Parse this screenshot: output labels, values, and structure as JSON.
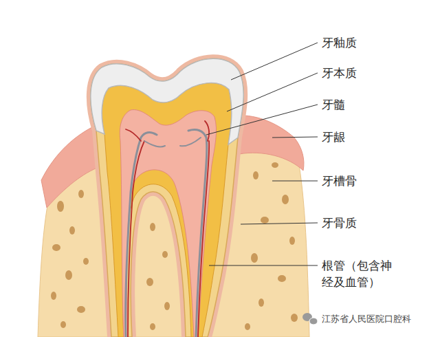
{
  "diagram": {
    "labels": [
      "牙釉质",
      "牙本质",
      "牙髓",
      "牙龈",
      "牙槽骨",
      "牙骨质",
      "根管（包含神经及血管）",
      "江苏省人民医院口腔科"
    ]
  }
}
